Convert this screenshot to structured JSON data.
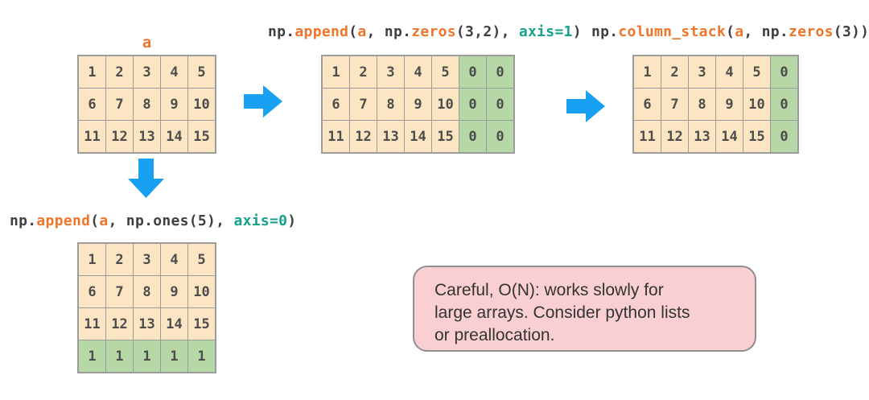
{
  "palette": {
    "tan": "#fbe5c2",
    "green": "#b6d7a6",
    "grid_border": "#9c9c9c",
    "number_text": "#4d4d4d",
    "code_plain": "#3f3f3f",
    "code_orange": "#f0752a",
    "code_teal": "#15a18a",
    "arrow_blue": "#18a1f3",
    "pink_fill": "#f9cfd2",
    "pink_border": "#8f8f8f",
    "note_text": "#333333"
  },
  "labels": {
    "a": "a"
  },
  "code_snippets": {
    "append_axis1": {
      "full": "np.append(a, np.zeros(3,2), axis=1)",
      "tokens": [
        {
          "t": "np.",
          "c": "plain"
        },
        {
          "t": "append",
          "c": "orange"
        },
        {
          "t": "(",
          "c": "plain"
        },
        {
          "t": "a",
          "c": "orange"
        },
        {
          "t": ", np.",
          "c": "plain"
        },
        {
          "t": "zeros",
          "c": "orange"
        },
        {
          "t": "(3,2), ",
          "c": "plain"
        },
        {
          "t": "axis=1",
          "c": "teal"
        },
        {
          "t": ")",
          "c": "plain"
        }
      ]
    },
    "column_stack": {
      "full": "np.column_stack(a, np.zeros(3))",
      "tokens": [
        {
          "t": "np.",
          "c": "plain"
        },
        {
          "t": "column_stack",
          "c": "orange"
        },
        {
          "t": "(",
          "c": "plain"
        },
        {
          "t": "a",
          "c": "orange"
        },
        {
          "t": ", np.",
          "c": "plain"
        },
        {
          "t": "zeros",
          "c": "orange"
        },
        {
          "t": "(3))",
          "c": "plain"
        }
      ]
    },
    "append_axis0": {
      "full": "np.append(a, np.ones(5), axis=0)",
      "tokens": [
        {
          "t": "np.",
          "c": "plain"
        },
        {
          "t": "append",
          "c": "orange"
        },
        {
          "t": "(",
          "c": "plain"
        },
        {
          "t": "a",
          "c": "orange"
        },
        {
          "t": ", np.ones(5), ",
          "c": "plain"
        },
        {
          "t": "axis=0",
          "c": "teal"
        },
        {
          "t": ")",
          "c": "plain"
        }
      ]
    }
  },
  "grids": {
    "a": {
      "values": [
        [
          1,
          2,
          3,
          4,
          5
        ],
        [
          6,
          7,
          8,
          9,
          10
        ],
        [
          11,
          12,
          13,
          14,
          15
        ]
      ],
      "green_cols": [],
      "green_rows": []
    },
    "append_axis1": {
      "values": [
        [
          1,
          2,
          3,
          4,
          5,
          0,
          0
        ],
        [
          6,
          7,
          8,
          9,
          10,
          0,
          0
        ],
        [
          11,
          12,
          13,
          14,
          15,
          0,
          0
        ]
      ],
      "green_cols": [
        5,
        6
      ],
      "green_rows": []
    },
    "column_stack": {
      "values": [
        [
          1,
          2,
          3,
          4,
          5,
          0
        ],
        [
          6,
          7,
          8,
          9,
          10,
          0
        ],
        [
          11,
          12,
          13,
          14,
          15,
          0
        ]
      ],
      "green_cols": [
        5
      ],
      "green_rows": []
    },
    "append_axis0": {
      "values": [
        [
          1,
          2,
          3,
          4,
          5
        ],
        [
          6,
          7,
          8,
          9,
          10
        ],
        [
          11,
          12,
          13,
          14,
          15
        ],
        [
          1,
          1,
          1,
          1,
          1
        ]
      ],
      "green_cols": [],
      "green_rows": [
        3
      ]
    }
  },
  "note": {
    "text": "Careful, O(N): works slowly for\nlarge arrays. Consider python lists\nor preallocation."
  }
}
